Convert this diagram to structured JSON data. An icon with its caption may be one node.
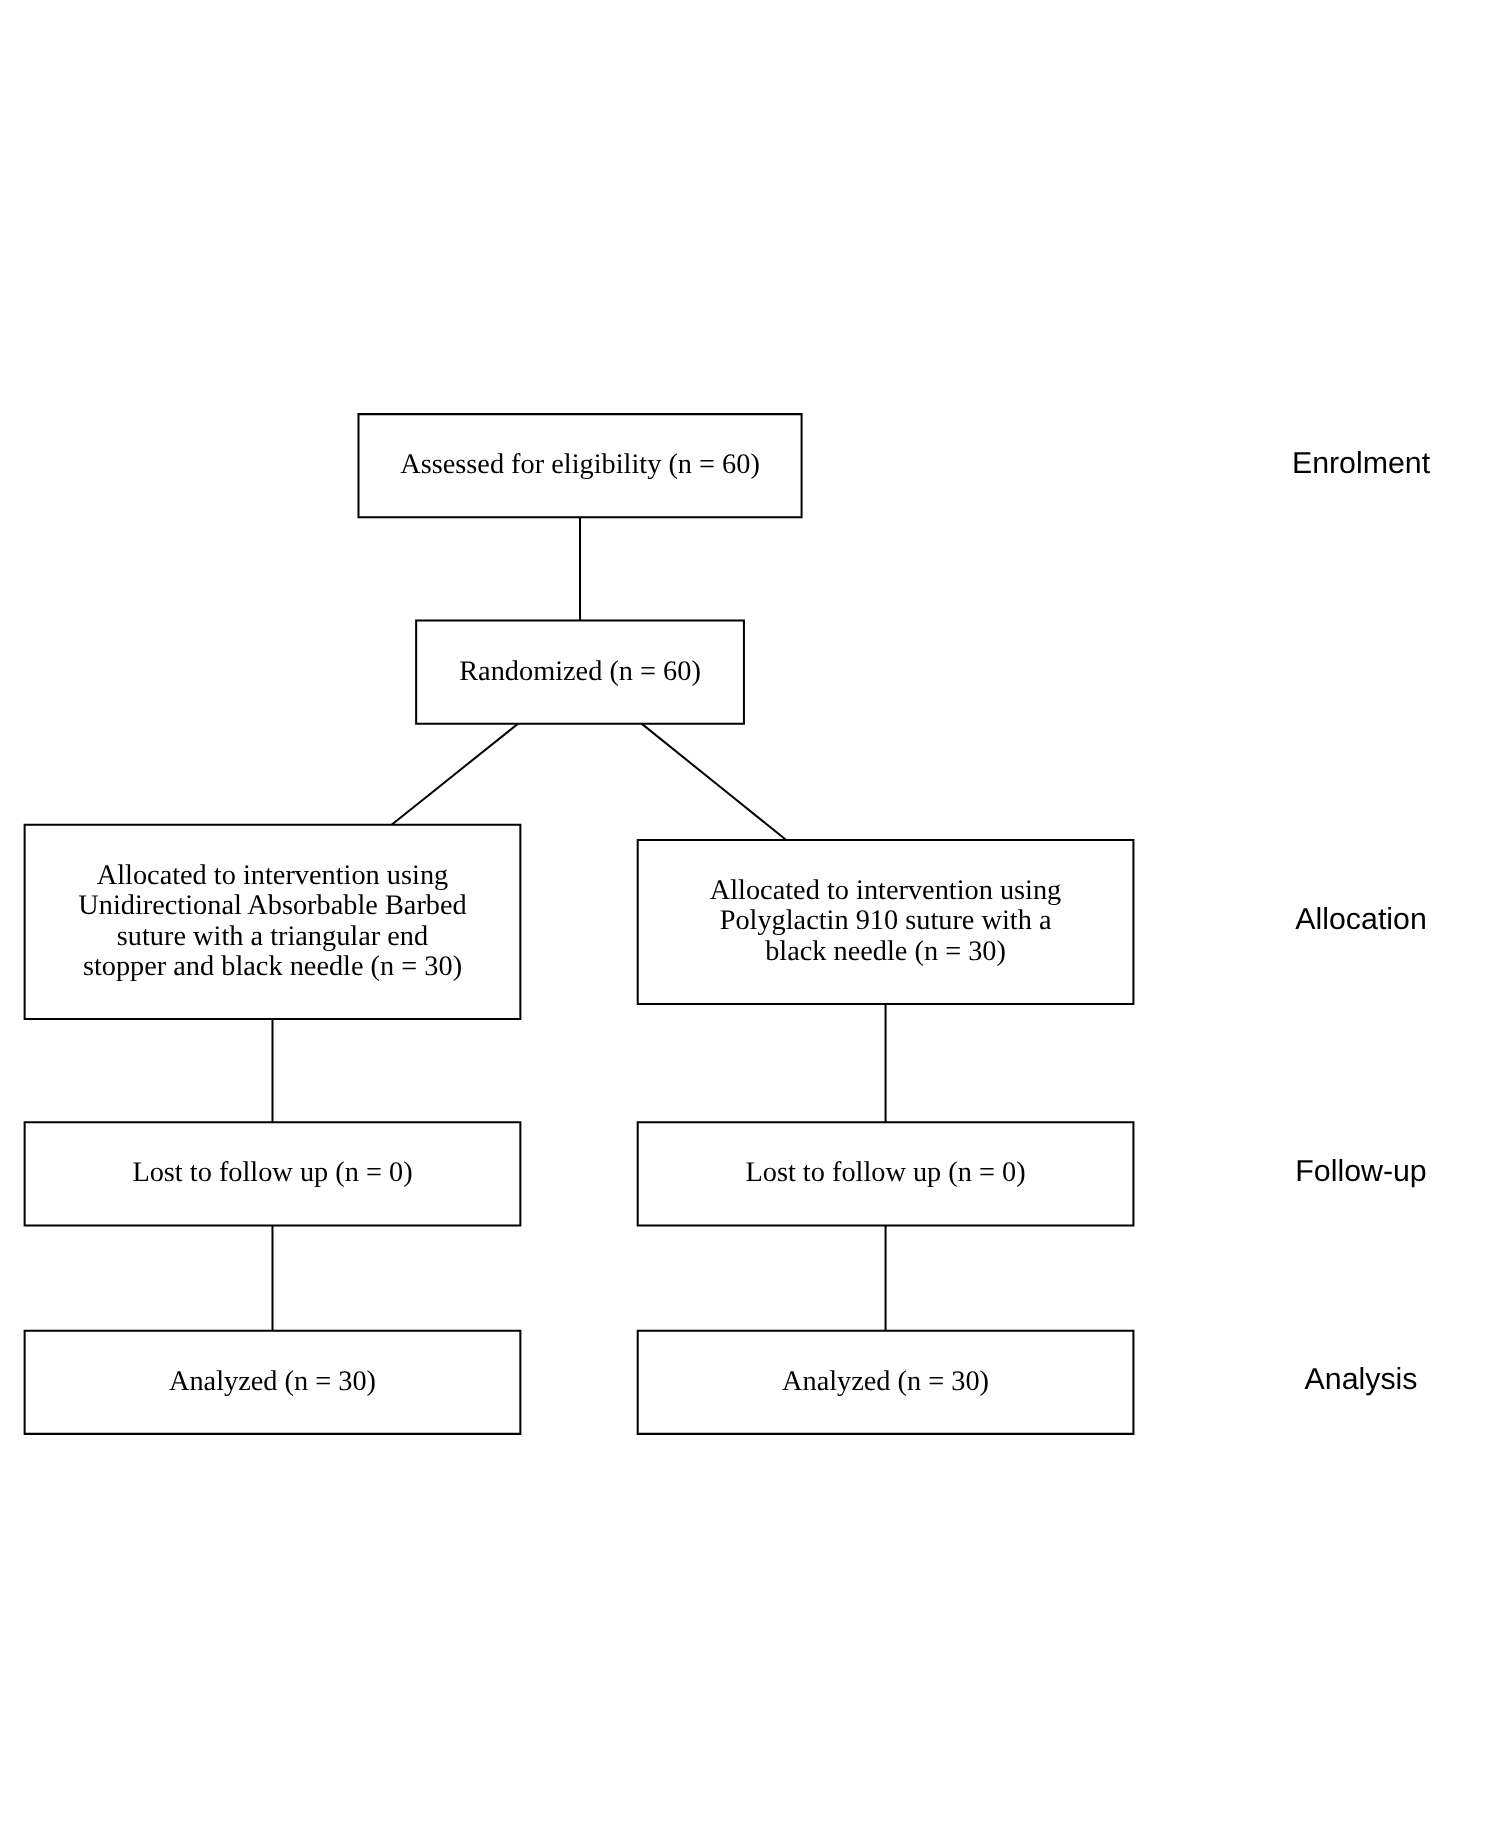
{
  "diagram": {
    "nodes": [
      {
        "text": [
          "Assessed for eligibility (n = 60)"
        ]
      },
      {
        "text": [
          "Randomized (n = 60)"
        ]
      },
      {
        "text": [
          "Allocated to intervention using Unidirectional Absorbable Barbed suture with a triangular end stopper and black needle (n = 30)"
        ]
      },
      {
        "text": [
          "Allocated to intervention using Polyglactin 910 suture with a black needle (n = 30)"
        ]
      },
      {
        "text": [
          "Lost to follow up (n = 0)"
        ]
      },
      {
        "text": [
          "Lost to follow up (n = 0)"
        ]
      },
      {
        "text": [
          "Analyzed (n = 30)"
        ]
      },
      {
        "text": [
          "Analyzed (n = 30)"
        ]
      }
    ],
    "edges": [
      {
        "from": 0,
        "to": 1,
        "arrow": "none"
      },
      {
        "from": 1,
        "to": 2,
        "arrow": "none"
      },
      {
        "from": 1,
        "to": 3,
        "arrow": "none"
      },
      {
        "from": 2,
        "to": 4,
        "arrow": "none"
      },
      {
        "from": 3,
        "to": 5,
        "arrow": "none"
      },
      {
        "from": 4,
        "to": 6,
        "arrow": "none"
      },
      {
        "from": 5,
        "to": 7,
        "arrow": "none"
      }
    ],
    "labels": [
      "Enrolment",
      "Allocation",
      "Follow-up",
      "Analysis"
    ]
  }
}
